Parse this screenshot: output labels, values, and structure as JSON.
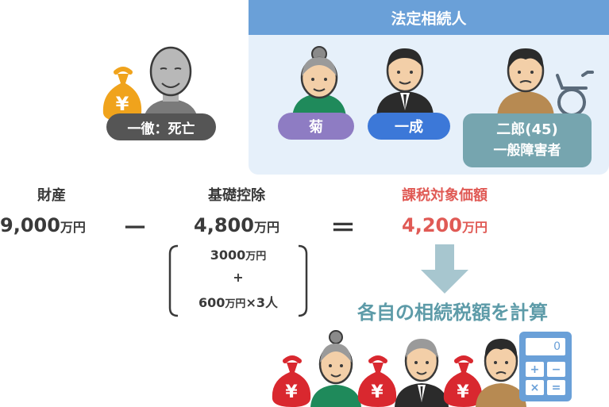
{
  "deceased": {
    "label": "一徹：死亡"
  },
  "heirs_panel": {
    "title": "法定相続人",
    "heirs": [
      {
        "name": "菊",
        "color": "#8e7cc3"
      },
      {
        "name": "一成",
        "color": "#3c78d8"
      },
      {
        "name": "二郎(45)",
        "note": "一般障害者",
        "color": "#76a5af"
      }
    ]
  },
  "formula": {
    "assets": {
      "label": "財産",
      "value": "9,000",
      "unit": "万円"
    },
    "minus": "－",
    "deduction": {
      "label": "基礎控除",
      "value": "4,800",
      "unit": "万円",
      "breakdown_line1_value": "3000",
      "breakdown_line1_unit": "万円",
      "breakdown_plus": "+",
      "breakdown_line2_value": "600",
      "breakdown_line2_unit": "万円",
      "breakdown_line2_suffix": "×3人"
    },
    "equals": "＝",
    "taxable": {
      "label": "課税対象価額",
      "value": "4,200",
      "unit": "万円"
    }
  },
  "result_heading": "各自の相続税額を計算",
  "yen_symbol": "¥",
  "calculator": {
    "display": "0"
  },
  "colors": {
    "dark_text": "#3a3a3a",
    "red_text": "#e05a55",
    "panel_bg": "#e6f0fa",
    "panel_header": "#6aa0d8",
    "arrow": "#a7c6cf",
    "teal_heading": "#5d9ba8",
    "money_bag_gold": "#f0a31c",
    "money_bag_red": "#d9282f"
  }
}
